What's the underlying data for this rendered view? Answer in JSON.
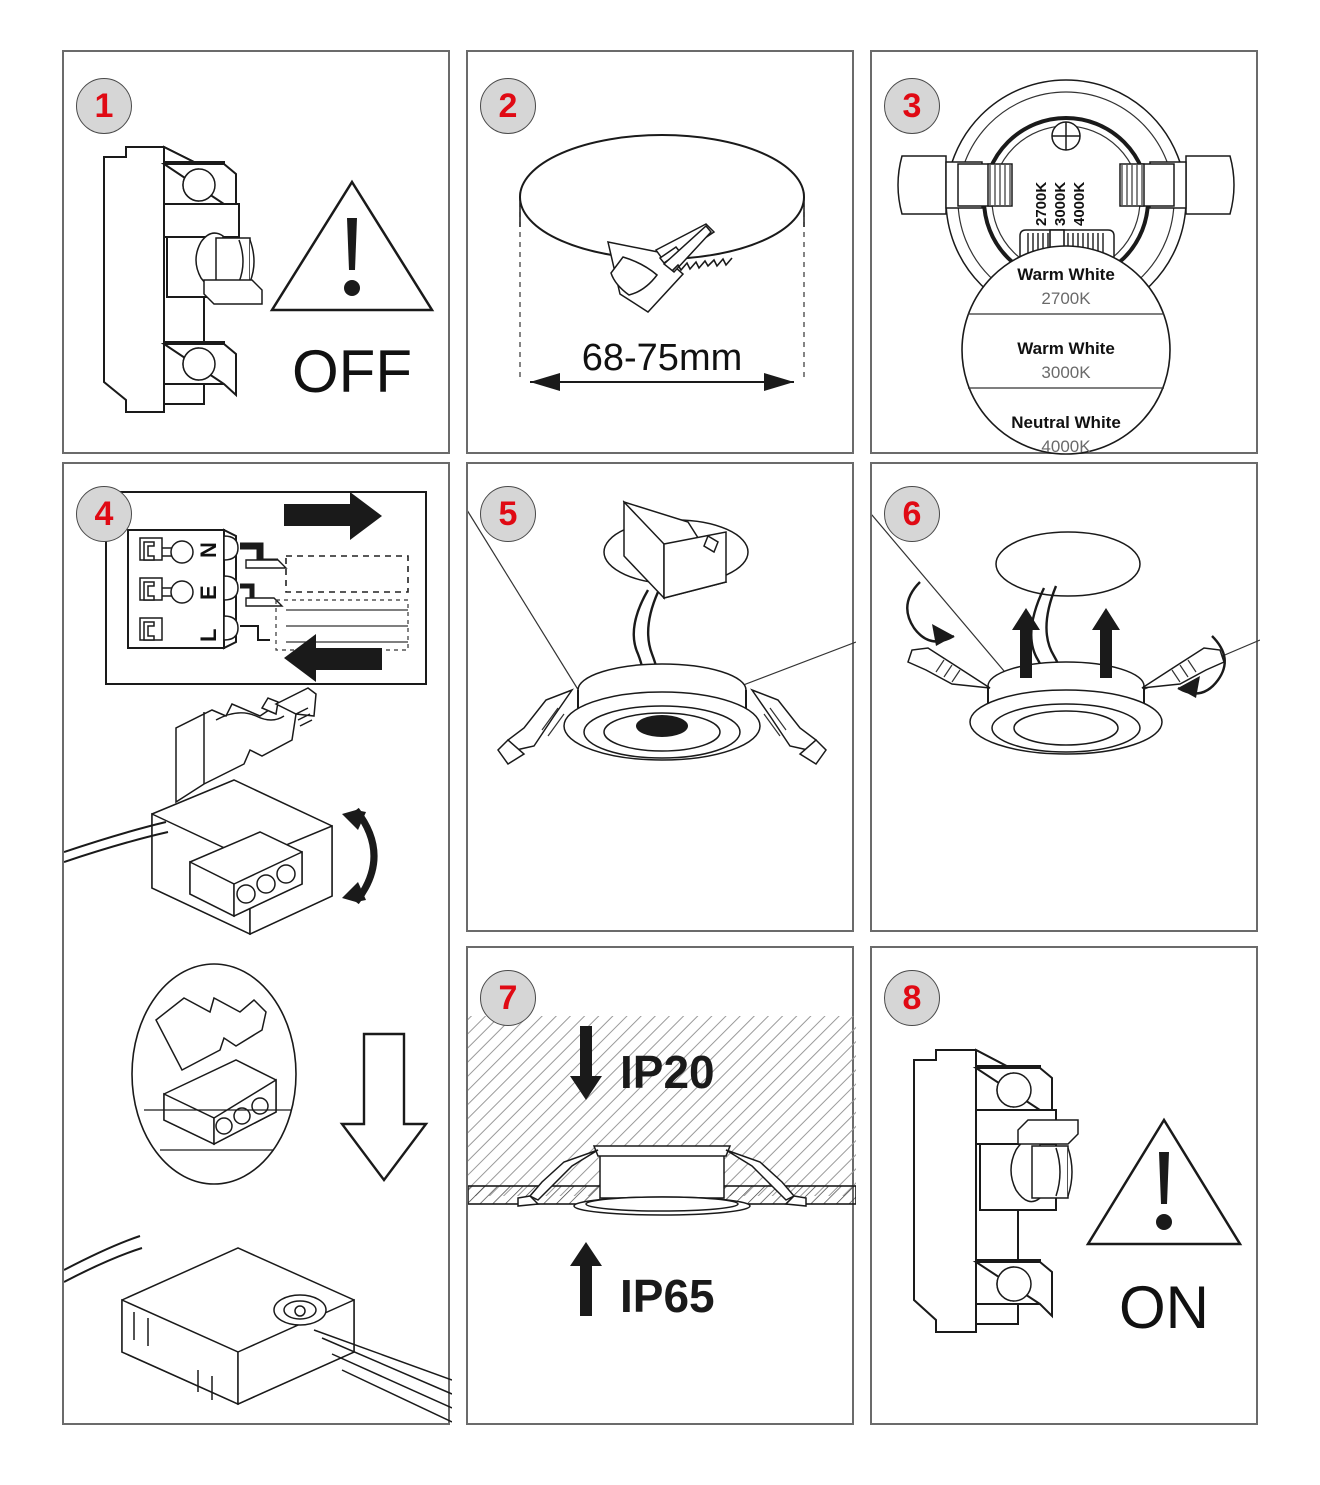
{
  "document": {
    "type": "installation-instruction-sheet",
    "product": "recessed LED downlight",
    "step_count": 8
  },
  "steps": [
    {
      "number": "1",
      "name": "power-off",
      "labels": {
        "state": "OFF"
      },
      "icons": [
        "circuit-breaker",
        "warning-triangle"
      ]
    },
    {
      "number": "2",
      "name": "cut-ceiling-hole",
      "labels": {
        "dimension": "68-75mm"
      },
      "icons": [
        "hole-saw",
        "ceiling-hole",
        "dimension-arrow"
      ]
    },
    {
      "number": "3",
      "name": "select-colour-temperature",
      "switch_labels": [
        "2700K",
        "3000K",
        "4000K"
      ],
      "options": [
        {
          "name": "Warm White",
          "kelvin": "2700K"
        },
        {
          "name": "Warm White",
          "kelvin": "3000K"
        },
        {
          "name": "Neutral White",
          "kelvin": "4000K"
        }
      ],
      "icons": [
        "downlight-rear-view",
        "cct-selector-switch",
        "magnifier-circle"
      ]
    },
    {
      "number": "4",
      "name": "wire-connector",
      "terminals": [
        "N",
        "E",
        "L"
      ],
      "icons": [
        "terminal-block",
        "insert-arrow",
        "remove-arrow",
        "junction-box-open",
        "junction-box-closed",
        "detail-circle",
        "down-arrow"
      ]
    },
    {
      "number": "5",
      "name": "connect-driver",
      "icons": [
        "downlight-with-driver",
        "leader-line"
      ]
    },
    {
      "number": "6",
      "name": "push-into-ceiling",
      "icons": [
        "downlight-springs-up",
        "rotate-arrow-left",
        "rotate-arrow-right",
        "push-up-arrow"
      ]
    },
    {
      "number": "7",
      "name": "ingress-protection-rating",
      "labels": {
        "above_ceiling": "IP20",
        "below_ceiling": "IP65"
      },
      "icons": [
        "ceiling-section",
        "down-arrow",
        "up-arrow",
        "installed-downlight"
      ]
    },
    {
      "number": "8",
      "name": "power-on",
      "labels": {
        "state": "ON"
      },
      "icons": [
        "circuit-breaker",
        "warning-triangle"
      ]
    }
  ],
  "colors": {
    "badge_fill": "#d6d6d6",
    "badge_number": "#e00a14",
    "panel_border": "#6b6b6b",
    "line": "#1a1a1a",
    "hatch": "#9a9a9a"
  }
}
